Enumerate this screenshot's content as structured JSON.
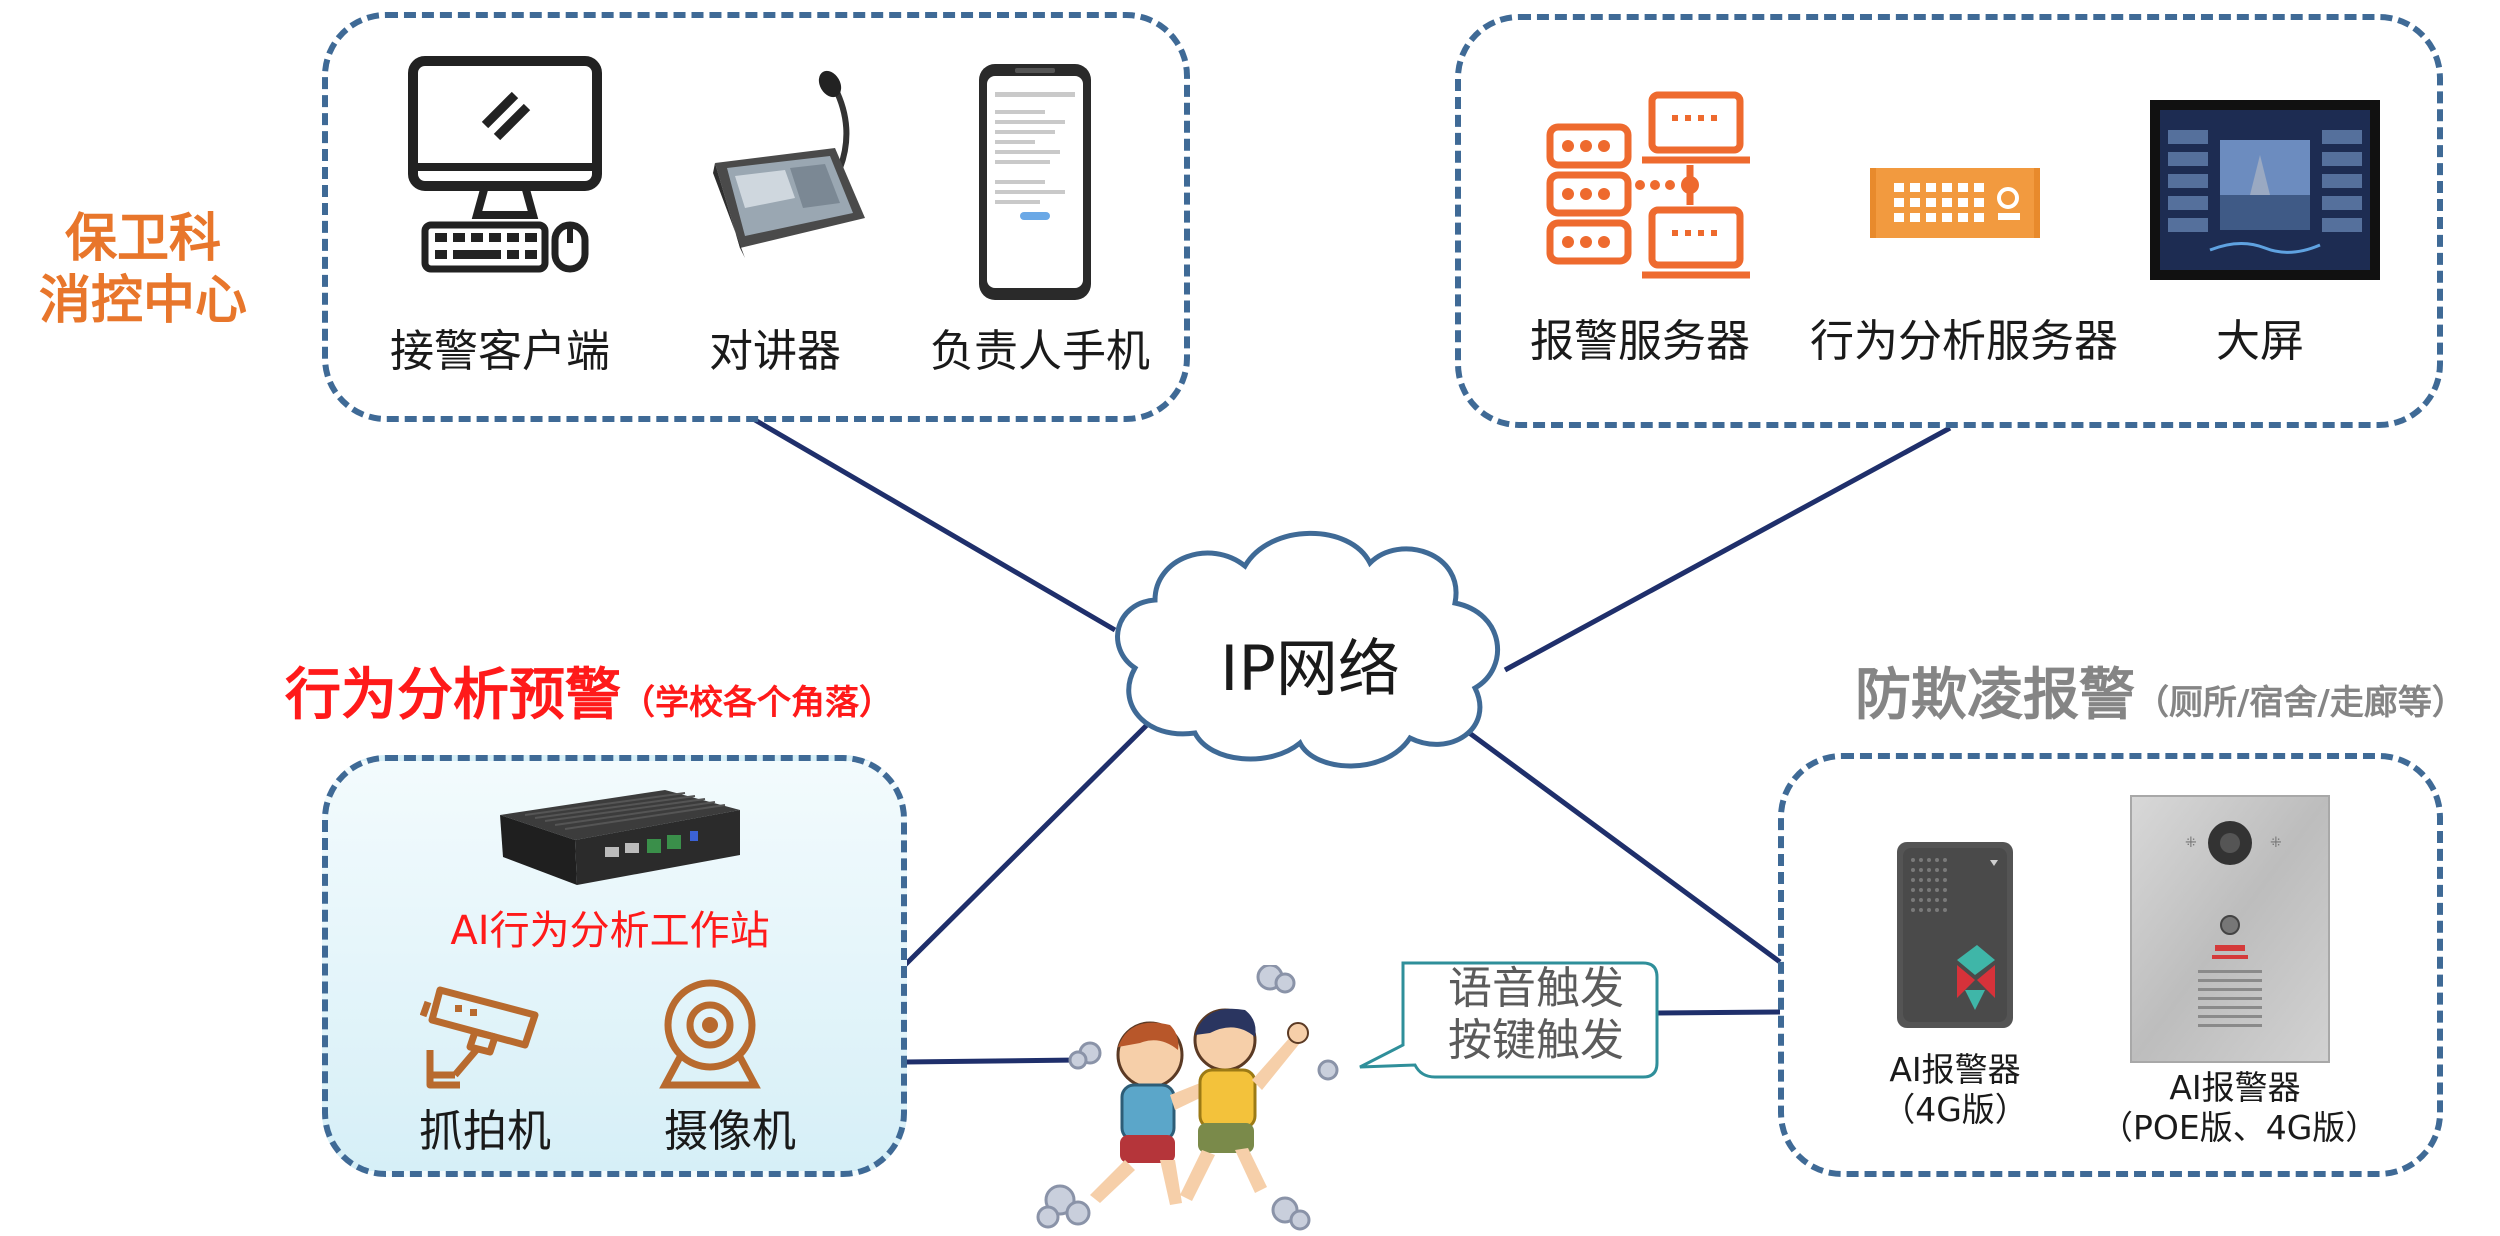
{
  "security_center_label": [
    "保卫科",
    "消控中心"
  ],
  "top_left_group": {
    "items": [
      "接警客户端",
      "对讲器",
      "负责人手机"
    ]
  },
  "top_right_group": {
    "items": [
      "报警服务器",
      "行为分析服务器",
      "大屏"
    ]
  },
  "network": {
    "label": "IP网络"
  },
  "behavior_section": {
    "title": "行为分析预警",
    "subtitle": "（学校各个角落）",
    "workstation_label": "AI行为分析工作站",
    "items": [
      "抓拍机",
      "摄像机"
    ]
  },
  "antibully_section": {
    "title": "防欺凌报警",
    "subtitle": "（厕所/宿舍/走廊等）",
    "devices": [
      {
        "name": "AI报警器",
        "variant": "（4G版）"
      },
      {
        "name": "AI报警器",
        "variant": "（POE版、4G版）"
      }
    ]
  },
  "trigger_bubble": [
    "语音触发",
    "按键触发"
  ],
  "colors": {
    "accent_orange": "#e8762b",
    "alert_red": "#ff1a1a",
    "muted_gray": "#858585",
    "dashed_border": "#3f6a96",
    "link_navy": "#1f2f6b"
  }
}
